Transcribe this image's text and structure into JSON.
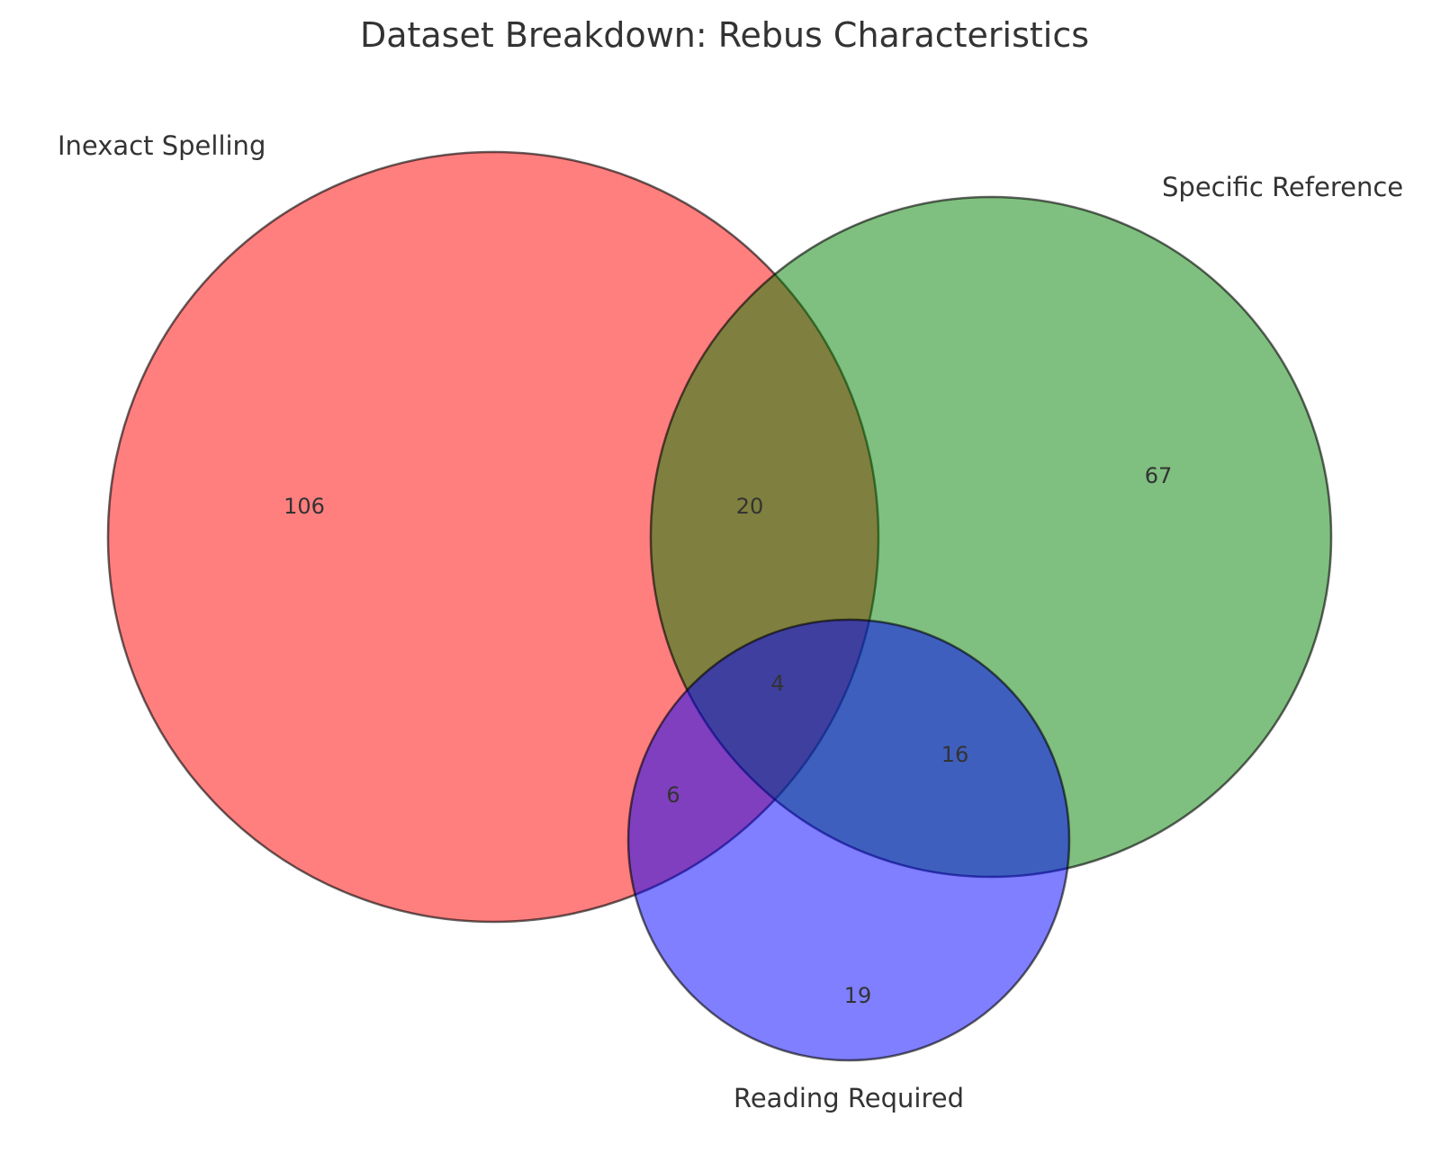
{
  "title": "Dataset Breakdown: Rebus Characteristics",
  "sets": {
    "inexact_spelling": {
      "label": "Inexact Spelling",
      "color": "#ff0000"
    },
    "specific_reference": {
      "label": "Specific Reference",
      "color": "#008000"
    },
    "reading_required": {
      "label": "Reading Required",
      "color": "#0000ff"
    }
  },
  "regions": {
    "inexact_only": "106",
    "specific_only": "67",
    "inexact_and_specific": "20",
    "all_three": "4",
    "inexact_and_reading": "6",
    "specific_and_reading": "16",
    "reading_only": "19"
  },
  "style": {
    "fill_opacity": 0.5,
    "edge_color": "#000000"
  }
}
